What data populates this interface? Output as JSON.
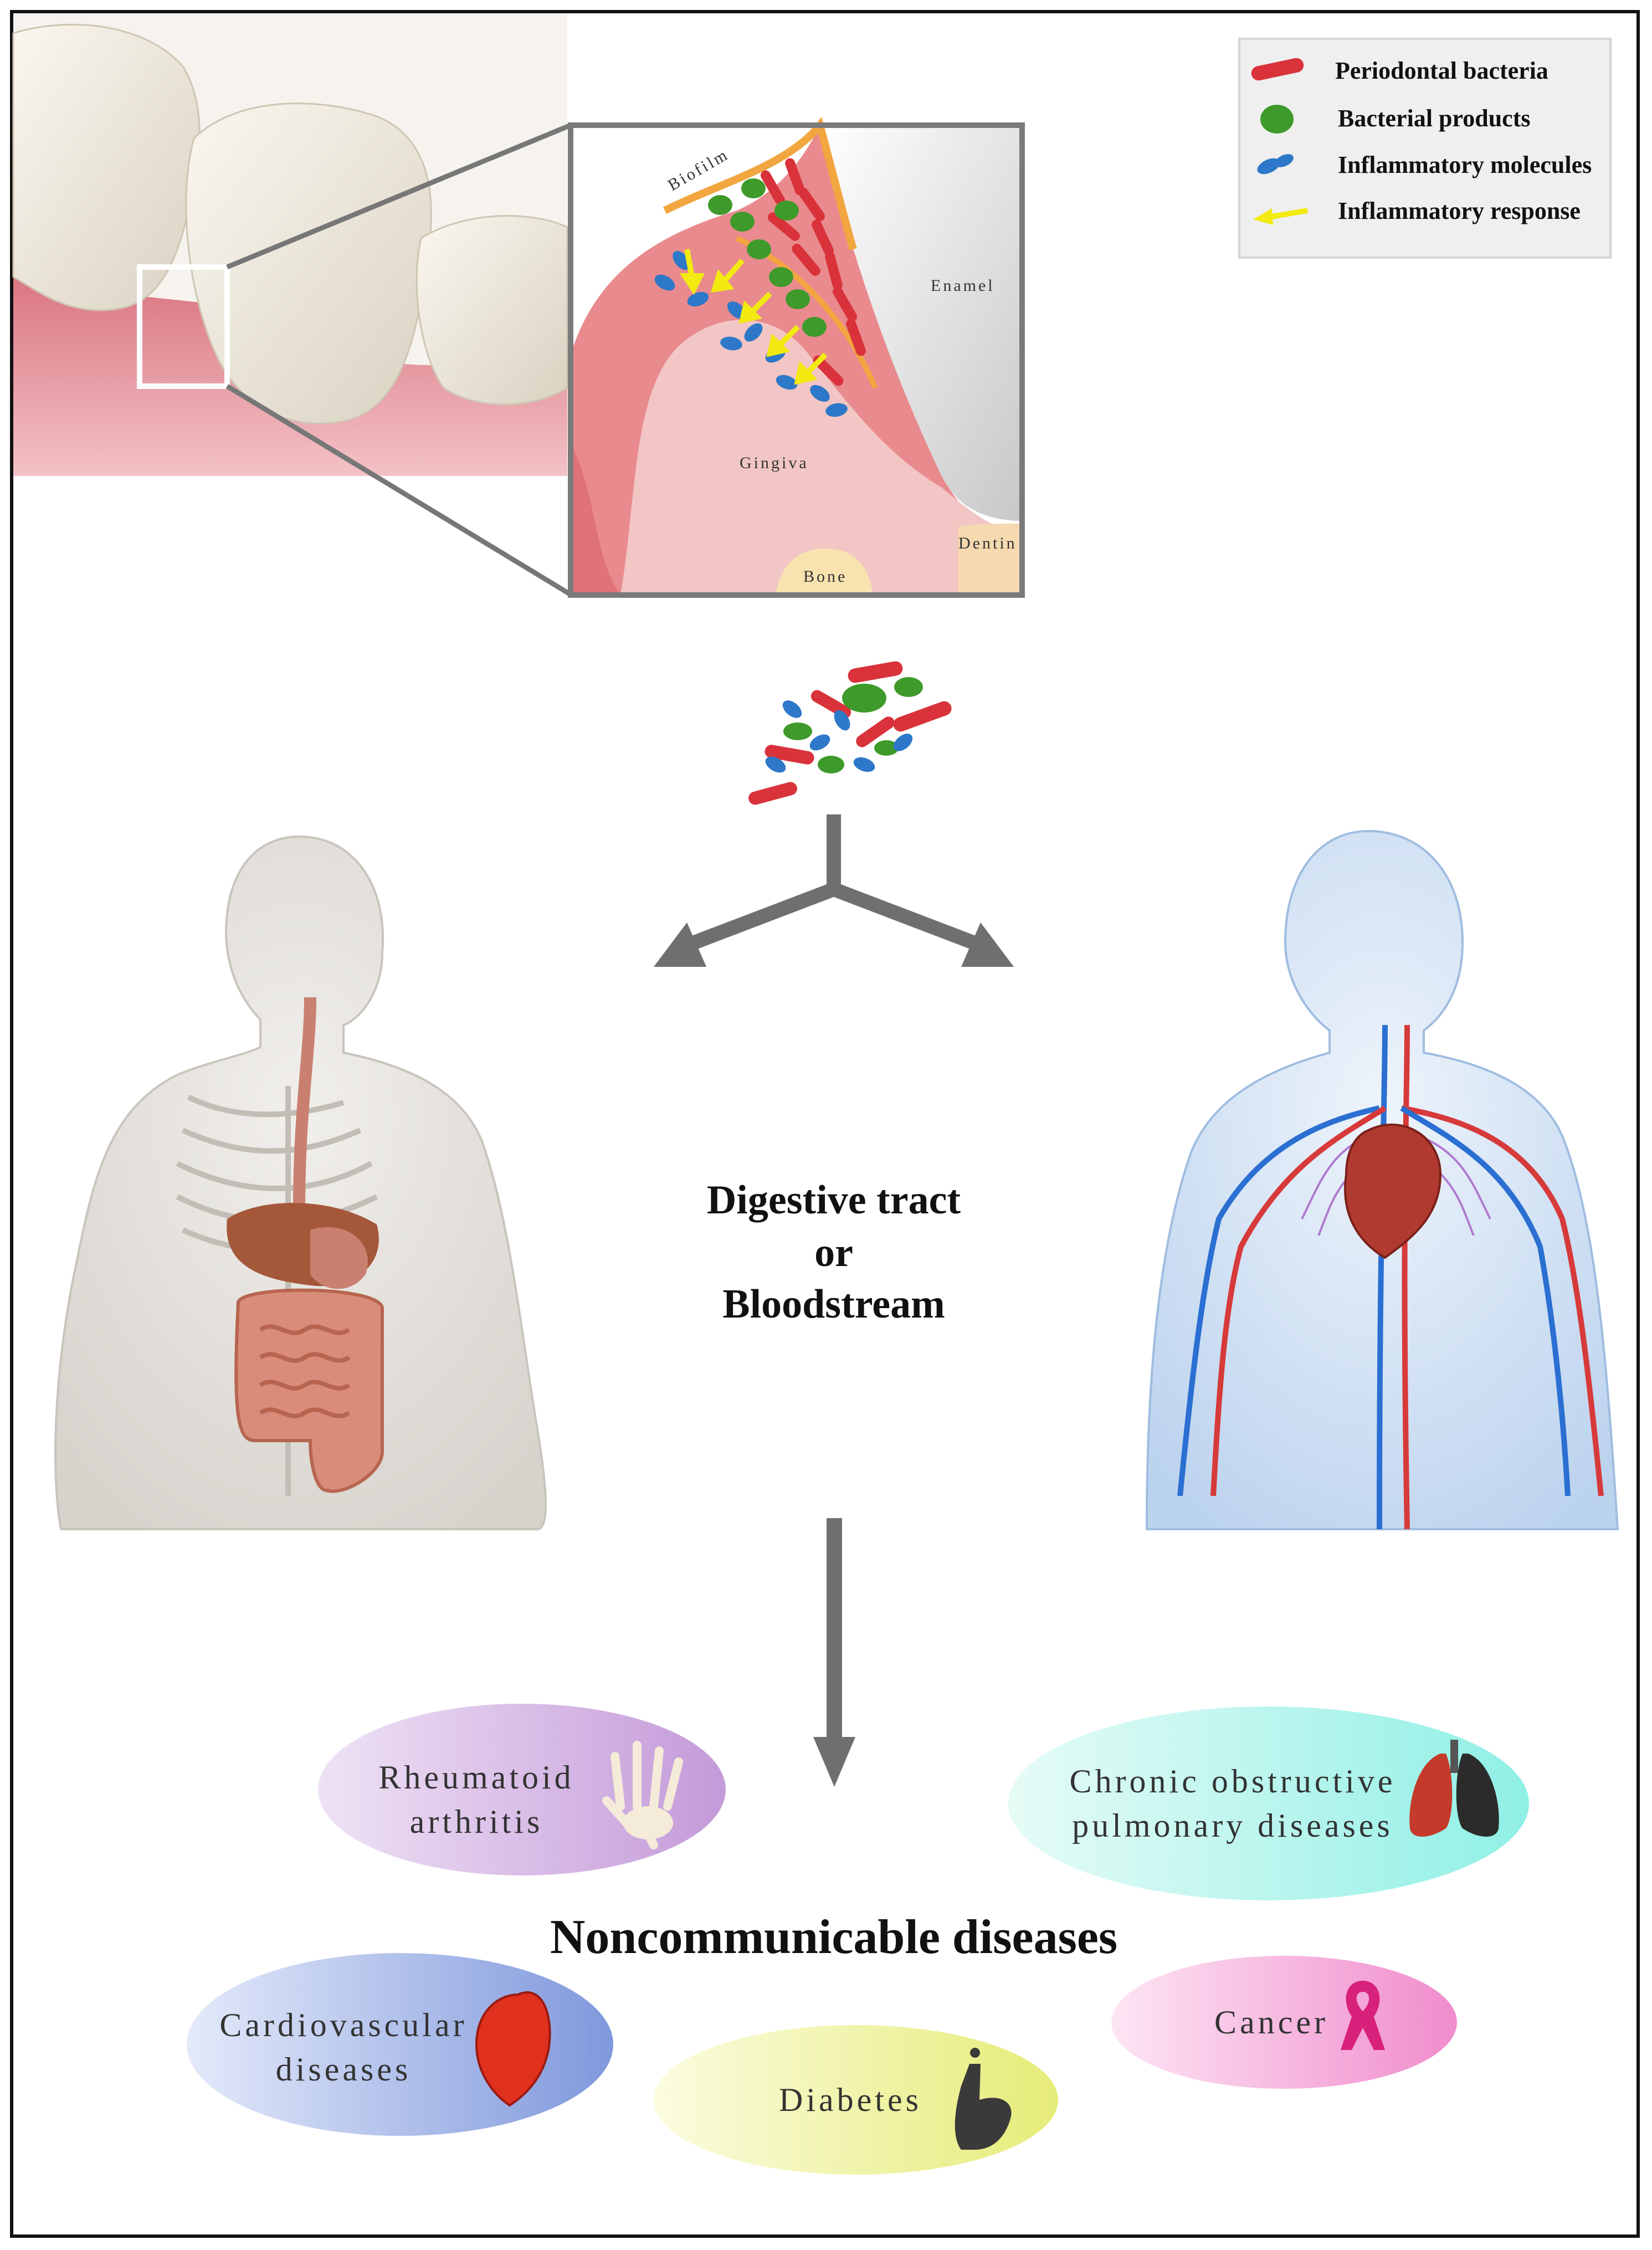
{
  "legend": {
    "items": [
      {
        "label": "Periodontal bacteria",
        "icon": "red-rod-bacteria-icon",
        "color": "#d9323a"
      },
      {
        "label": "Bacterial products",
        "icon": "green-blob-icon",
        "color": "#3e9a2a"
      },
      {
        "label": "Inflammatory molecules",
        "icon": "blue-molecule-icon",
        "color": "#2d78c8"
      },
      {
        "label": "Inflammatory response",
        "icon": "yellow-arrow-icon",
        "color": "#f2ea10"
      }
    ]
  },
  "inset": {
    "biofilm": "Biofilm",
    "enamel": "Enamel",
    "gingiva": "Gingiva",
    "dentin": "Dentin",
    "bone": "Bone"
  },
  "route": {
    "line1": "Digestive tract",
    "line2": "or",
    "line3": "Bloodstream"
  },
  "outcome": {
    "title": "Noncommunicable diseases"
  },
  "diseases": {
    "rheumatoid": [
      "Rheumatoid",
      "arthritis"
    ],
    "copd": [
      "Chronic obstructive",
      "pulmonary diseases"
    ],
    "cardio": [
      "Cardiovascular",
      "diseases"
    ],
    "diabetes": [
      "Diabetes"
    ],
    "cancer": [
      "Cancer"
    ]
  },
  "colors": {
    "arrow": "#6f6f6f",
    "rheumatoid": "#c8a6dc",
    "copd": "#9ff3ea",
    "cardio": "#8ea6e0",
    "diabetes": "#eef28a",
    "cancer": "#f5a2d8"
  }
}
